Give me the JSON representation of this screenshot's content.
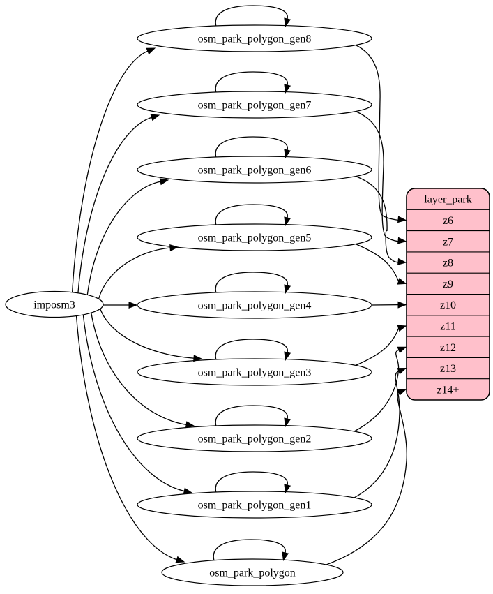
{
  "diagram": {
    "kind": "graphviz-dependency-graph",
    "background": "#ffffff",
    "colors": {
      "edge": "#000000",
      "node_fill": "#ffffff",
      "node_stroke": "#000000",
      "text": "#000000",
      "table_fill": "#ffc0cb",
      "table_stroke": "#000000"
    },
    "source_node": {
      "id": "imposm3",
      "label": "imposm3"
    },
    "process_nodes": [
      {
        "id": "osm_park_polygon_gen8",
        "label": "osm_park_polygon_gen8"
      },
      {
        "id": "osm_park_polygon_gen7",
        "label": "osm_park_polygon_gen7"
      },
      {
        "id": "osm_park_polygon_gen6",
        "label": "osm_park_polygon_gen6"
      },
      {
        "id": "osm_park_polygon_gen5",
        "label": "osm_park_polygon_gen5"
      },
      {
        "id": "osm_park_polygon_gen4",
        "label": "osm_park_polygon_gen4"
      },
      {
        "id": "osm_park_polygon_gen3",
        "label": "osm_park_polygon_gen3"
      },
      {
        "id": "osm_park_polygon_gen2",
        "label": "osm_park_polygon_gen2"
      },
      {
        "id": "osm_park_polygon_gen1",
        "label": "osm_park_polygon_gen1"
      },
      {
        "id": "osm_park_polygon",
        "label": "osm_park_polygon"
      }
    ],
    "layer_table": {
      "id": "layer_park",
      "title": "layer_park",
      "rows": [
        "z6",
        "z7",
        "z8",
        "z9",
        "z10",
        "z11",
        "z12",
        "z13",
        "z14+"
      ]
    },
    "edges": [
      {
        "from": "imposm3",
        "to": "osm_park_polygon_gen8"
      },
      {
        "from": "imposm3",
        "to": "osm_park_polygon_gen7"
      },
      {
        "from": "imposm3",
        "to": "osm_park_polygon_gen6"
      },
      {
        "from": "imposm3",
        "to": "osm_park_polygon_gen5"
      },
      {
        "from": "imposm3",
        "to": "osm_park_polygon_gen4"
      },
      {
        "from": "imposm3",
        "to": "osm_park_polygon_gen3"
      },
      {
        "from": "imposm3",
        "to": "osm_park_polygon_gen2"
      },
      {
        "from": "imposm3",
        "to": "osm_park_polygon_gen1"
      },
      {
        "from": "imposm3",
        "to": "osm_park_polygon"
      },
      {
        "from": "osm_park_polygon_gen8",
        "to": "osm_park_polygon_gen8"
      },
      {
        "from": "osm_park_polygon_gen7",
        "to": "osm_park_polygon_gen7"
      },
      {
        "from": "osm_park_polygon_gen6",
        "to": "osm_park_polygon_gen6"
      },
      {
        "from": "osm_park_polygon_gen5",
        "to": "osm_park_polygon_gen5"
      },
      {
        "from": "osm_park_polygon_gen4",
        "to": "osm_park_polygon_gen4"
      },
      {
        "from": "osm_park_polygon_gen3",
        "to": "osm_park_polygon_gen3"
      },
      {
        "from": "osm_park_polygon_gen2",
        "to": "osm_park_polygon_gen2"
      },
      {
        "from": "osm_park_polygon_gen1",
        "to": "osm_park_polygon_gen1"
      },
      {
        "from": "osm_park_polygon",
        "to": "osm_park_polygon"
      },
      {
        "from": "osm_park_polygon_gen8",
        "to": "layer_park.z6"
      },
      {
        "from": "osm_park_polygon_gen7",
        "to": "layer_park.z7"
      },
      {
        "from": "osm_park_polygon_gen6",
        "to": "layer_park.z8"
      },
      {
        "from": "osm_park_polygon_gen5",
        "to": "layer_park.z9"
      },
      {
        "from": "osm_park_polygon_gen4",
        "to": "layer_park.z10"
      },
      {
        "from": "osm_park_polygon_gen3",
        "to": "layer_park.z11"
      },
      {
        "from": "osm_park_polygon_gen2",
        "to": "layer_park.z12"
      },
      {
        "from": "osm_park_polygon_gen1",
        "to": "layer_park.z13"
      },
      {
        "from": "osm_park_polygon",
        "to": "layer_park.z14+"
      }
    ]
  }
}
